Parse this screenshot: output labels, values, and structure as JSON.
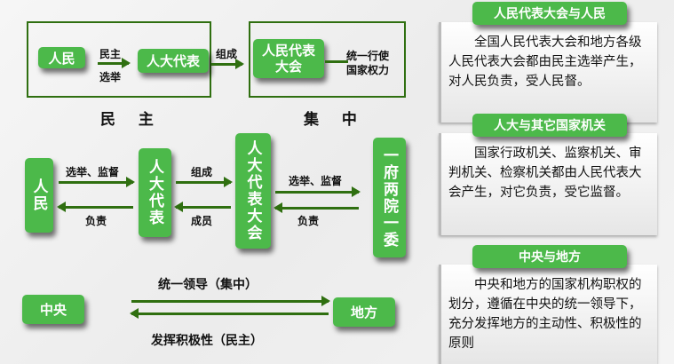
{
  "top": {
    "box_people": "人民",
    "label_minzhu": "民主",
    "label_xuanju": "选举",
    "box_npc_rep": "人大代表",
    "label_zucheng": "组成",
    "box_npc": "人民代表大会",
    "label_power": "统一行使国家权力",
    "caption_left": "民 主",
    "caption_right": "集 中"
  },
  "middle": {
    "people": "人民",
    "npc_rep": "人大代表",
    "npc": "人大代表大会",
    "gov": "一府两院一委",
    "a1_top": "选举、监督",
    "a1_bottom": "负责",
    "a2_top": "组成",
    "a2_bottom": "成员",
    "a3_top": "选举、监督",
    "a3_bottom": "负责"
  },
  "bottom": {
    "central": "中央",
    "local": "地方",
    "top_label": "统一领导（集中）",
    "bottom_label": "发挥积极性（民主）"
  },
  "panels": [
    {
      "title": "人民代表大会与人民",
      "text": "全国人民代表大会和地方各级人民代表大会都由民主选举产生，对人民负责，受人民督。"
    },
    {
      "title": "人大与其它国家机关",
      "text": "国家行政机关、监察机关、审判机关、检察机关都由人民代表大会产生，对它负责，受它监督。"
    },
    {
      "title": "中央与地方",
      "text": "中央和地方的国家机构职权的划分，遵循在中央的统一领导下，充分发挥地方的主动性、积极性的原则"
    }
  ]
}
